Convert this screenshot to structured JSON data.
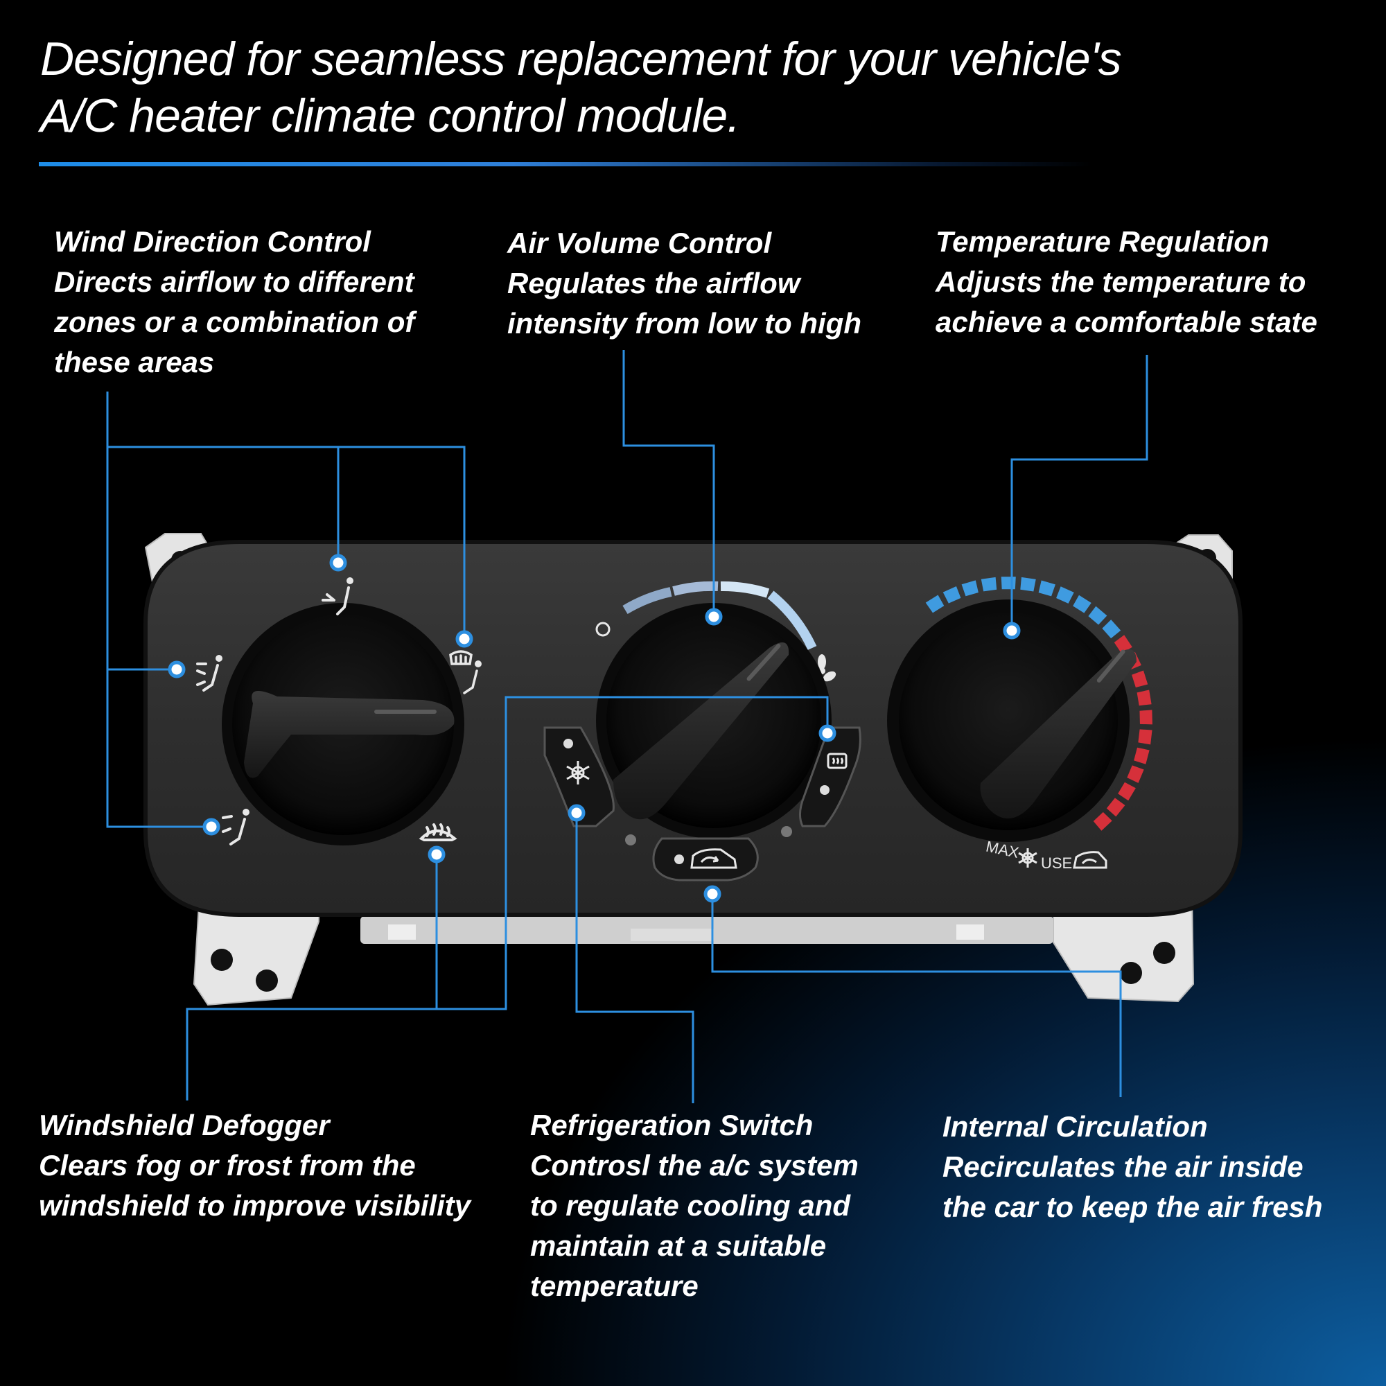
{
  "headline": {
    "line1": "Designed for seamless replacement for your vehicle's",
    "line2": "A/C heater climate control module."
  },
  "callouts": {
    "wind_direction": {
      "title": "Wind Direction Control",
      "lines": [
        "Directs airflow to different",
        "zones or a combination of",
        "these areas"
      ]
    },
    "air_volume": {
      "title": "Air Volume Control",
      "lines": [
        "Regulates the airflow",
        "intensity from low to high"
      ]
    },
    "temperature": {
      "title": "Temperature Regulation",
      "lines": [
        "Adjusts the temperature to",
        "achieve a comfortable state"
      ]
    },
    "defogger": {
      "title": "Windshield Defogger",
      "lines": [
        "Clears fog or frost from the",
        "windshield to improve visibility"
      ]
    },
    "refrigeration": {
      "title": "Refrigeration Switch",
      "lines": [
        "Controsl the a/c system",
        "to regulate cooling and",
        "maintain at a suitable",
        "temperature"
      ]
    },
    "circulation": {
      "title": "Internal Circulation",
      "lines": [
        "Recirculates the air inside",
        "the car to keep the air fresh"
      ]
    }
  },
  "panel": {
    "max_label": "MAX",
    "use_label": "USE",
    "fan_off_label": "O"
  },
  "colors": {
    "accent": "#2d8fe0",
    "cold": "#3f9be0",
    "hot": "#d6303a",
    "panel": "#2c2c2c"
  }
}
